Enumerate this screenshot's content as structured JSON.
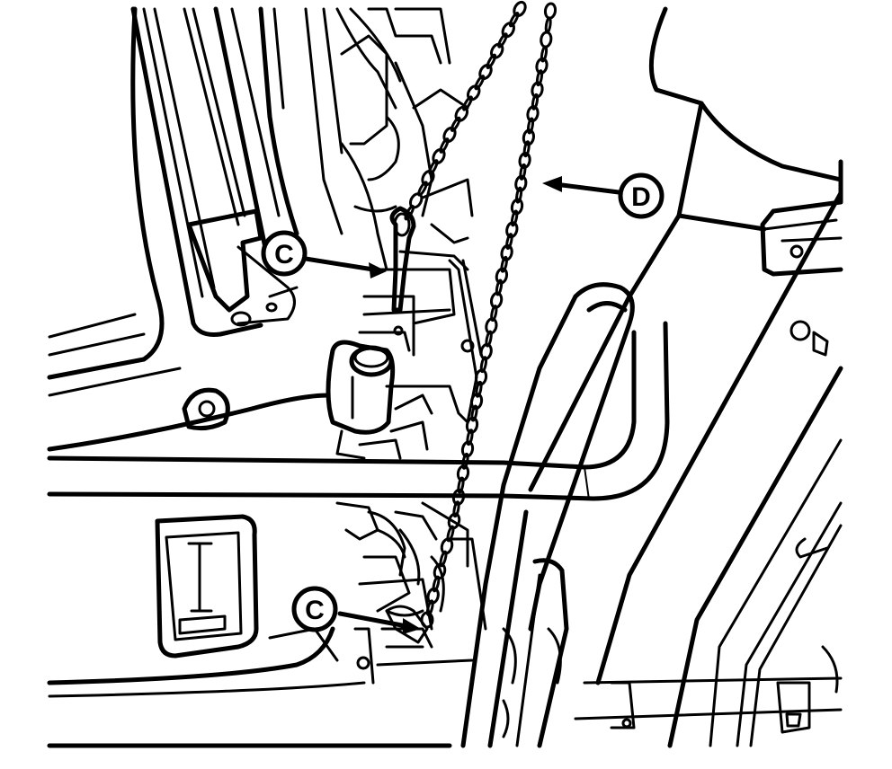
{
  "figure": {
    "callouts": [
      {
        "id": "c-upper",
        "label": "C"
      },
      {
        "id": "c-lower",
        "label": "C"
      },
      {
        "id": "d",
        "label": "D"
      }
    ]
  }
}
